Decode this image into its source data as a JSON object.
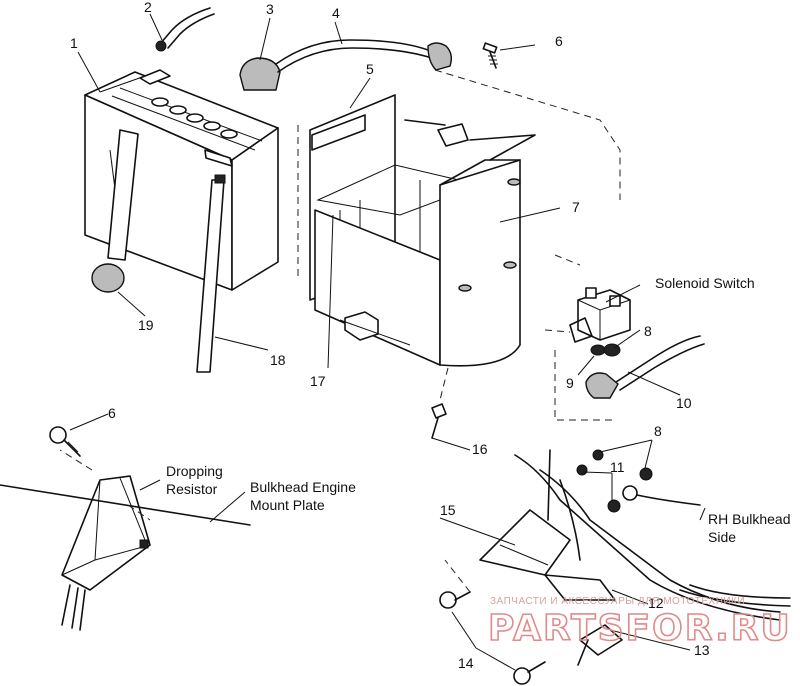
{
  "callouts": [
    {
      "id": "c1",
      "text": "1"
    },
    {
      "id": "c2",
      "text": "2"
    },
    {
      "id": "c3",
      "text": "3"
    },
    {
      "id": "c4",
      "text": "4"
    },
    {
      "id": "c5",
      "text": "5"
    },
    {
      "id": "c6a",
      "text": "6"
    },
    {
      "id": "c6b",
      "text": "6"
    },
    {
      "id": "c7",
      "text": "7"
    },
    {
      "id": "c8a",
      "text": "8"
    },
    {
      "id": "c8b",
      "text": "8"
    },
    {
      "id": "c9",
      "text": "9"
    },
    {
      "id": "c10",
      "text": "10"
    },
    {
      "id": "c11",
      "text": "11"
    },
    {
      "id": "c12",
      "text": "12"
    },
    {
      "id": "c13",
      "text": "13"
    },
    {
      "id": "c14",
      "text": "14"
    },
    {
      "id": "c15",
      "text": "15"
    },
    {
      "id": "c16",
      "text": "16"
    },
    {
      "id": "c17",
      "text": "17"
    },
    {
      "id": "c18",
      "text": "18"
    },
    {
      "id": "c19",
      "text": "19"
    }
  ],
  "labels": {
    "solenoid_switch": "Solenoid Switch",
    "dropping_resistor_line1": "Dropping",
    "dropping_resistor_line2": "Resistor",
    "bulkhead_line1": "Bulkhead Engine",
    "bulkhead_line2": "Mount Plate",
    "rh_bulkhead_line1": "RH Bulkhead",
    "rh_bulkhead_line2": "Side"
  },
  "watermark": {
    "small": "ЗАПЧАСТИ И АКСЕССУАРЫ ДЛЯ МОТОТЕХНИКИ",
    "big": "PARTSFOR.RU"
  }
}
